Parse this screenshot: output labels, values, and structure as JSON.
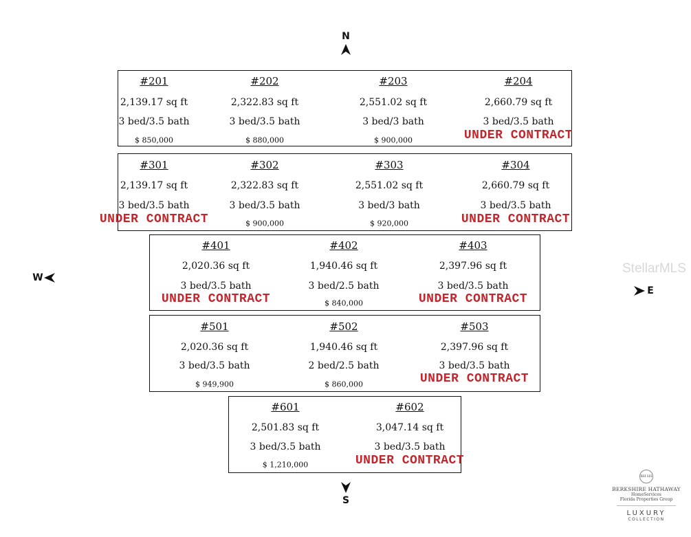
{
  "compass": {
    "north": "N",
    "south": "S",
    "west": "W",
    "east": "E"
  },
  "watermark": "StellarMLS",
  "logo": {
    "line1": "BERKSHIRE HATHAWAY",
    "line2": "HomeServices",
    "line3": "Florida Properties Group",
    "line4": "LUXURY",
    "line5": "COLLECTION",
    "seal": "BH HS"
  },
  "status_label": "UNDER CONTRACT",
  "floors": [
    {
      "floor": 2,
      "units": [
        {
          "number": "#201",
          "sqft": "2,139.17 sq ft",
          "beds": "3 bed/3.5 bath",
          "price": "$ 850,000",
          "under_contract": false
        },
        {
          "number": "#202",
          "sqft": "2,322.83 sq ft",
          "beds": "3 bed/3.5 bath",
          "price": "$ 880,000",
          "under_contract": false
        },
        {
          "number": "#203",
          "sqft": "2,551.02 sq ft",
          "beds": "3 bed/3 bath",
          "price": "$ 900,000",
          "under_contract": false
        },
        {
          "number": "#204",
          "sqft": "2,660.79 sq ft",
          "beds": "3 bed/3.5 bath",
          "price": "",
          "under_contract": true
        }
      ]
    },
    {
      "floor": 3,
      "units": [
        {
          "number": "#301",
          "sqft": "2,139.17 sq ft",
          "beds": "3 bed/3.5 bath",
          "price": "",
          "under_contract": true
        },
        {
          "number": "#302",
          "sqft": "2,322.83 sq ft",
          "beds": "3 bed/3.5 bath",
          "price": "$ 900,000",
          "under_contract": false
        },
        {
          "number": "#303",
          "sqft": "2,551.02 sq ft",
          "beds": "3 bed/3 bath",
          "price": "$ 920,000",
          "under_contract": false
        },
        {
          "number": "#304",
          "sqft": "2,660.79 sq ft",
          "beds": "3 bed/3.5 bath",
          "price": "",
          "under_contract": true
        }
      ]
    },
    {
      "floor": 4,
      "units": [
        {
          "number": "#401",
          "sqft": "2,020.36 sq ft",
          "beds": "3 bed/3.5 bath",
          "price": "",
          "under_contract": true
        },
        {
          "number": "#402",
          "sqft": "1,940.46 sq ft",
          "beds": "3 bed/2.5 bath",
          "price": "$ 840,000",
          "under_contract": false
        },
        {
          "number": "#403",
          "sqft": "2,397.96 sq ft",
          "beds": "3 bed/3.5 bath",
          "price": "",
          "under_contract": true
        }
      ]
    },
    {
      "floor": 5,
      "units": [
        {
          "number": "#501",
          "sqft": "2,020.36 sq ft",
          "beds": "3 bed/3.5 bath",
          "price": "$ 949,900",
          "under_contract": false
        },
        {
          "number": "#502",
          "sqft": "1,940.46 sq ft",
          "beds": "2 bed/2.5 bath",
          "price": "$ 860,000",
          "under_contract": false
        },
        {
          "number": "#503",
          "sqft": "2,397.96 sq ft",
          "beds": "3 bed/3.5 bath",
          "price": "",
          "under_contract": true
        }
      ]
    },
    {
      "floor": 6,
      "units": [
        {
          "number": "#601",
          "sqft": "2,501.83 sq ft",
          "beds": "3 bed/3.5 bath",
          "price": "$ 1,210,000",
          "under_contract": false
        },
        {
          "number": "#602",
          "sqft": "3,047.14 sq ft",
          "beds": "3 bed/3.5 bath",
          "price": "",
          "under_contract": true
        }
      ]
    }
  ]
}
